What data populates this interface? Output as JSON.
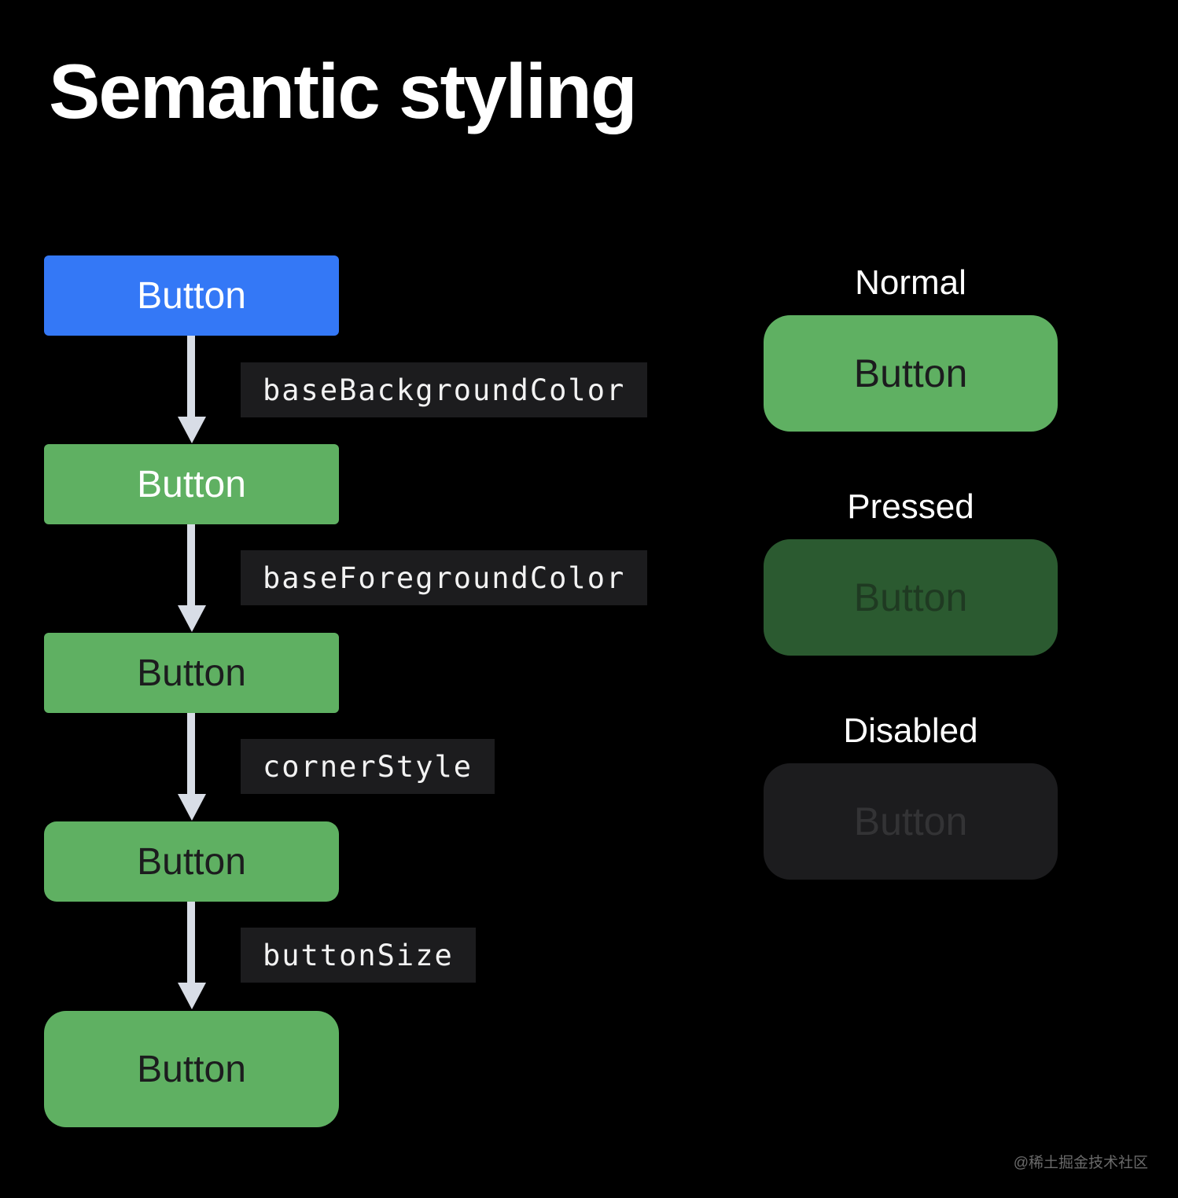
{
  "title": "Semantic styling",
  "flow": {
    "buttons": [
      {
        "label": "Button"
      },
      {
        "label": "Button"
      },
      {
        "label": "Button"
      },
      {
        "label": "Button"
      },
      {
        "label": "Button"
      }
    ],
    "properties": [
      "baseBackgroundColor",
      "baseForegroundColor",
      "cornerStyle",
      "buttonSize"
    ]
  },
  "states": [
    {
      "name": "Normal",
      "button_label": "Button"
    },
    {
      "name": "Pressed",
      "button_label": "Button"
    },
    {
      "name": "Disabled",
      "button_label": "Button"
    }
  ],
  "colors": {
    "background": "#000000",
    "blue": "#3478f6",
    "green": "#5fb062",
    "green_pressed": "#2b5a30",
    "disabled": "#1c1c1e",
    "arrow": "#d8dde6"
  },
  "watermark": "@稀土掘金技术社区"
}
